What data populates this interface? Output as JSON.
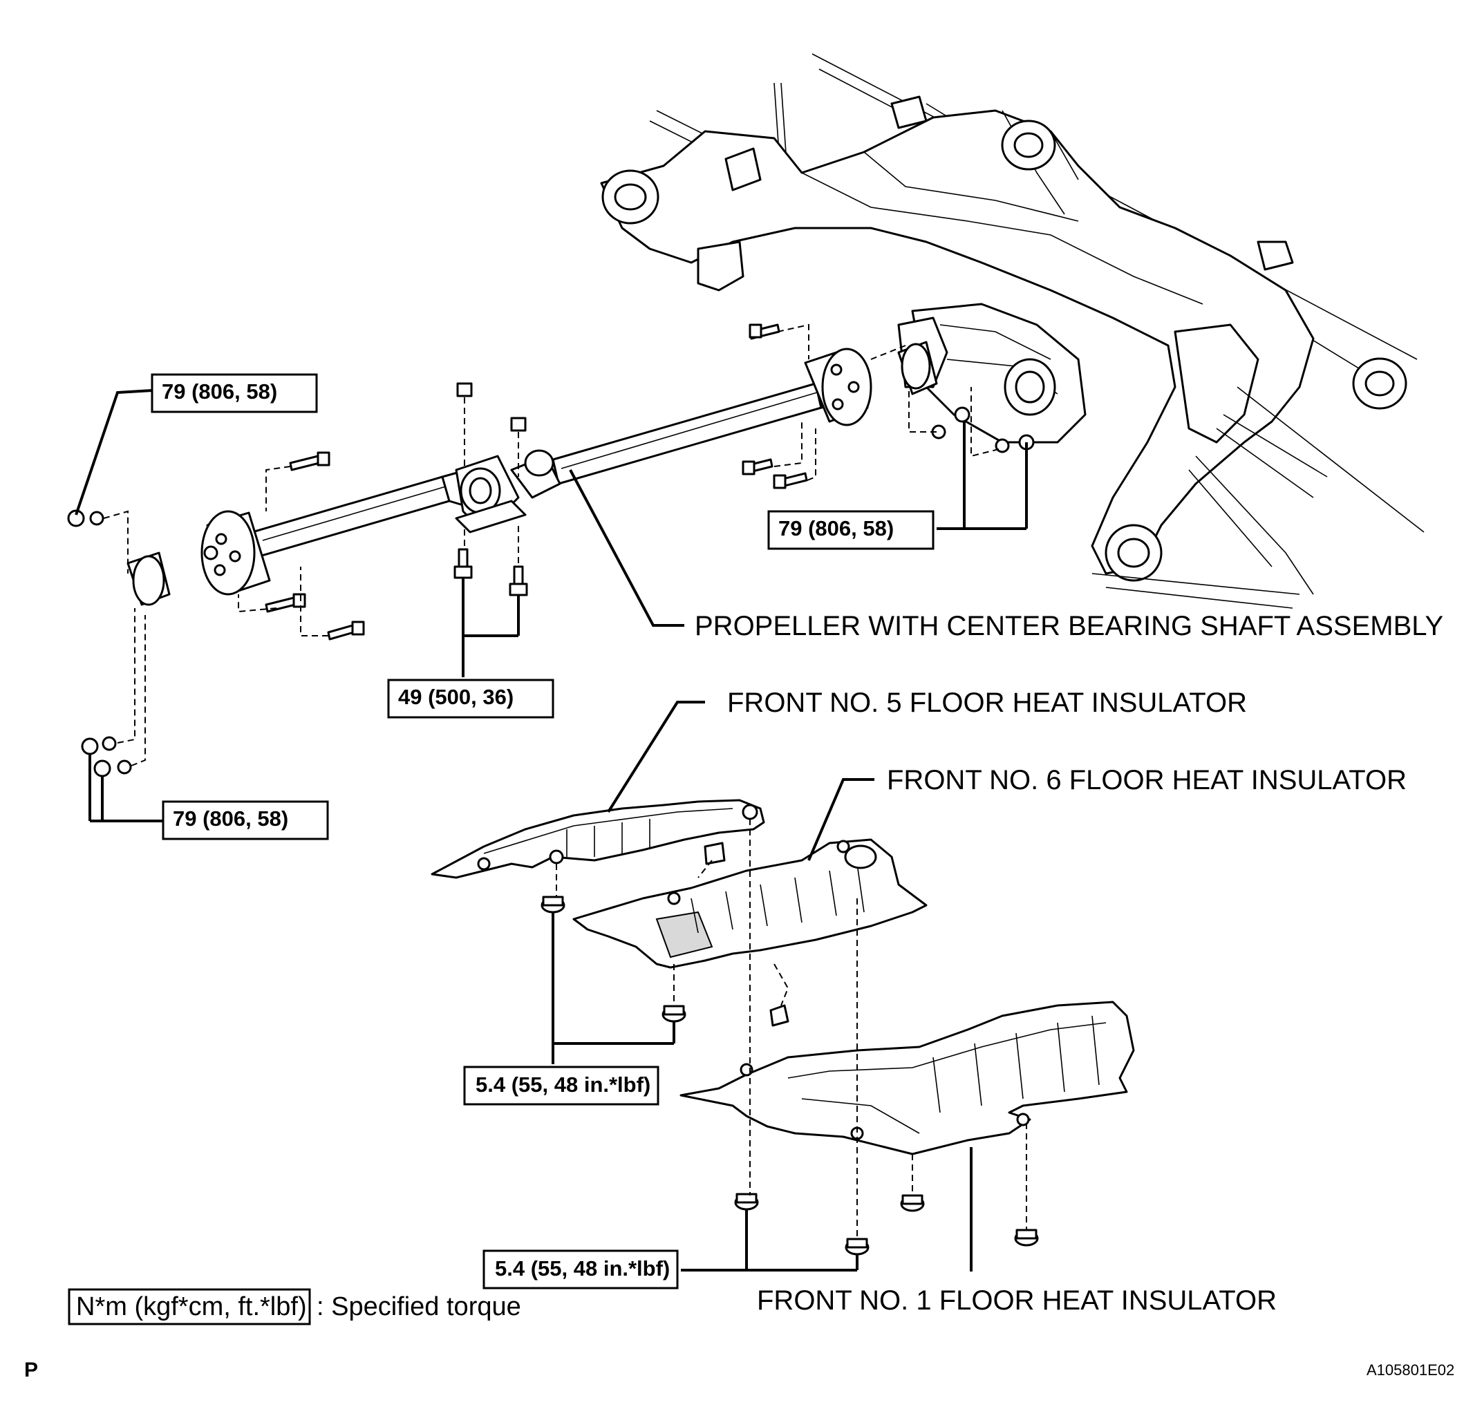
{
  "parts": {
    "propeller_shaft": "PROPELLER WITH CENTER BEARING SHAFT ASSEMBLY",
    "front_no5_insulator": "FRONT NO. 5 FLOOR HEAT INSULATOR",
    "front_no6_insulator": "FRONT NO. 6 FLOOR HEAT INSULATOR",
    "front_no1_insulator": "FRONT NO. 1 FLOOR HEAT INSULATOR"
  },
  "torques": {
    "front_flange_upper": "79 (806, 58)",
    "rear_flange": "79 (806, 58)",
    "center_bearing": "49 (500, 36)",
    "front_flange_lower": "79 (806, 58)",
    "insulator_no6_nuts": "5.4 (55, 48 in.*lbf)",
    "insulator_no1_nuts": "5.4 (55, 48 in.*lbf)"
  },
  "legend": {
    "unit_box": "N*m (kgf*cm, ft.*lbf)",
    "description": ": Specified torque"
  },
  "footer": {
    "section_mark": "P",
    "figure_id": "A105801E02"
  }
}
